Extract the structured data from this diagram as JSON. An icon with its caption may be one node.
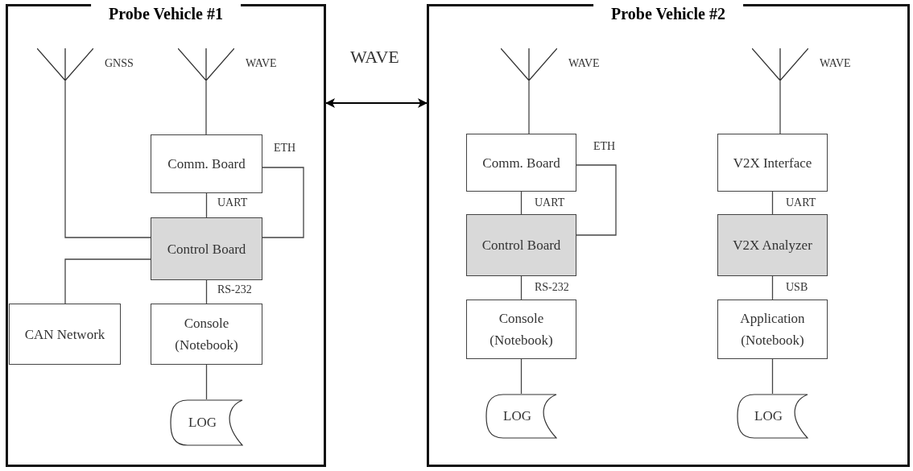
{
  "diagram": {
    "nodes": [
      {
        "text": [
          "Probe Vehicle #1"
        ]
      },
      {
        "text": [
          "GNSS"
        ],
        "in": 0
      },
      {
        "text": [
          "WAVE"
        ],
        "in": 0
      },
      {
        "text": [
          "Comm. Board"
        ],
        "in": 0
      },
      {
        "text": [
          "Control Board"
        ],
        "in": 0
      },
      {
        "text": [
          "CAN Network"
        ],
        "in": 0
      },
      {
        "text": [
          "Console (Notebook)"
        ],
        "in": 0
      },
      {
        "text": [
          "LOG"
        ],
        "in": 0
      },
      {
        "text": [
          "Probe Vehicle #2"
        ]
      },
      {
        "text": [
          "WAVE"
        ],
        "in": 8
      },
      {
        "text": [
          "Comm. Board"
        ],
        "in": 8
      },
      {
        "text": [
          "Control Board"
        ],
        "in": 8
      },
      {
        "text": [
          "Console (Notebook)"
        ],
        "in": 8
      },
      {
        "text": [
          "LOG"
        ],
        "in": 8
      },
      {
        "text": [
          "WAVE"
        ],
        "in": 8
      },
      {
        "text": [
          "V2X Interface"
        ],
        "in": 8
      },
      {
        "text": [
          "V2X Analyzer"
        ],
        "in": 8
      },
      {
        "text": [
          "Application (Notebook)"
        ],
        "in": 8
      },
      {
        "text": [
          "LOG"
        ],
        "in": 8
      }
    ],
    "edges": [
      {
        "from": 0,
        "to": 8,
        "arrow": "both",
        "label": "WAVE"
      },
      {
        "from": 1,
        "to": 4,
        "arrow": "none"
      },
      {
        "from": 2,
        "to": 3,
        "arrow": "none"
      },
      {
        "from": 3,
        "to": 4,
        "arrow": "none",
        "label": "UART"
      },
      {
        "from": 3,
        "to": 4,
        "arrow": "none",
        "label": "ETH"
      },
      {
        "from": 4,
        "to": 5,
        "arrow": "none"
      },
      {
        "from": 4,
        "to": 6,
        "arrow": "none",
        "label": "RS-232"
      },
      {
        "from": 6,
        "to": 7,
        "arrow": "none"
      },
      {
        "from": 9,
        "to": 10,
        "arrow": "none"
      },
      {
        "from": 10,
        "to": 11,
        "arrow": "none",
        "label": "UART"
      },
      {
        "from": 10,
        "to": 11,
        "arrow": "none",
        "label": "ETH"
      },
      {
        "from": 11,
        "to": 12,
        "arrow": "none",
        "label": "RS-232"
      },
      {
        "from": 12,
        "to": 13,
        "arrow": "none"
      },
      {
        "from": 14,
        "to": 15,
        "arrow": "none"
      },
      {
        "from": 15,
        "to": 16,
        "arrow": "none",
        "label": "UART"
      },
      {
        "from": 16,
        "to": 17,
        "arrow": "none",
        "label": "USB"
      },
      {
        "from": 17,
        "to": 18,
        "arrow": "none"
      }
    ]
  }
}
